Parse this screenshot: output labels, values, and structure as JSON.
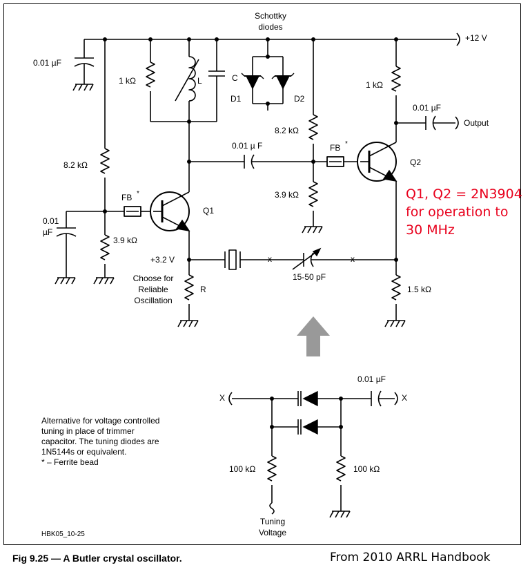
{
  "labels": {
    "schottky_1": "Schottky",
    "schottky_2": "diodes",
    "plus12v": "+12 V",
    "cap_001_left": "0.01 µF",
    "res_1k_left": "1 kΩ",
    "inductor": "L",
    "cap_c": "C",
    "d1": "D1",
    "d2": "D2",
    "res_82k_left": "8.2 kΩ",
    "cap_001_mid": "0.01 µ F",
    "res_82k_mid": "8.2 kΩ",
    "fb_q2": "FB",
    "fb_q2_star": "*",
    "q2": "Q2",
    "res_1k_right": "1 kΩ",
    "cap_001_out": "0.01 µF",
    "output": "Output",
    "fb_q1": "FB",
    "fb_q1_star": "*",
    "q1": "Q1",
    "cap_001_q1_1": "0.01",
    "cap_001_q1_2": "µF",
    "res_39k_left": "3.9 kΩ",
    "res_39k_mid": "3.9 kΩ",
    "v32": "+3.2 V",
    "x_left": "x",
    "x_right": "x",
    "trimmer": "15-50 pF",
    "choose_1": "Choose for",
    "choose_2": "Reliable",
    "choose_3": "Oscillation",
    "res_r": "R",
    "res_15k": "1.5 kΩ",
    "q_info_1": "Q1, Q2 = 2N3904",
    "q_info_2": "for operation to",
    "q_info_3": "30 MHz",
    "alt_x_left": "X",
    "alt_cap": "0.01 µF",
    "alt_x_right": "X",
    "alt_res_left": "100 kΩ",
    "alt_res_right": "100 kΩ",
    "tuning_1": "Tuning",
    "tuning_2": "Voltage"
  },
  "notes": [
    "Alternative for voltage controlled",
    "tuning in place of trimmer",
    "capacitor. The tuning diodes are",
    "1N5144s or equivalent.",
    "*   – Ferrite bead"
  ],
  "figure_id": "HBK05_10-25",
  "caption": "Fig 9.25 — A Butler crystal oscillator.",
  "source": "From 2010 ARRL Handbook",
  "colors": {
    "annotation": "#e8001c",
    "arrow": "#999999"
  }
}
